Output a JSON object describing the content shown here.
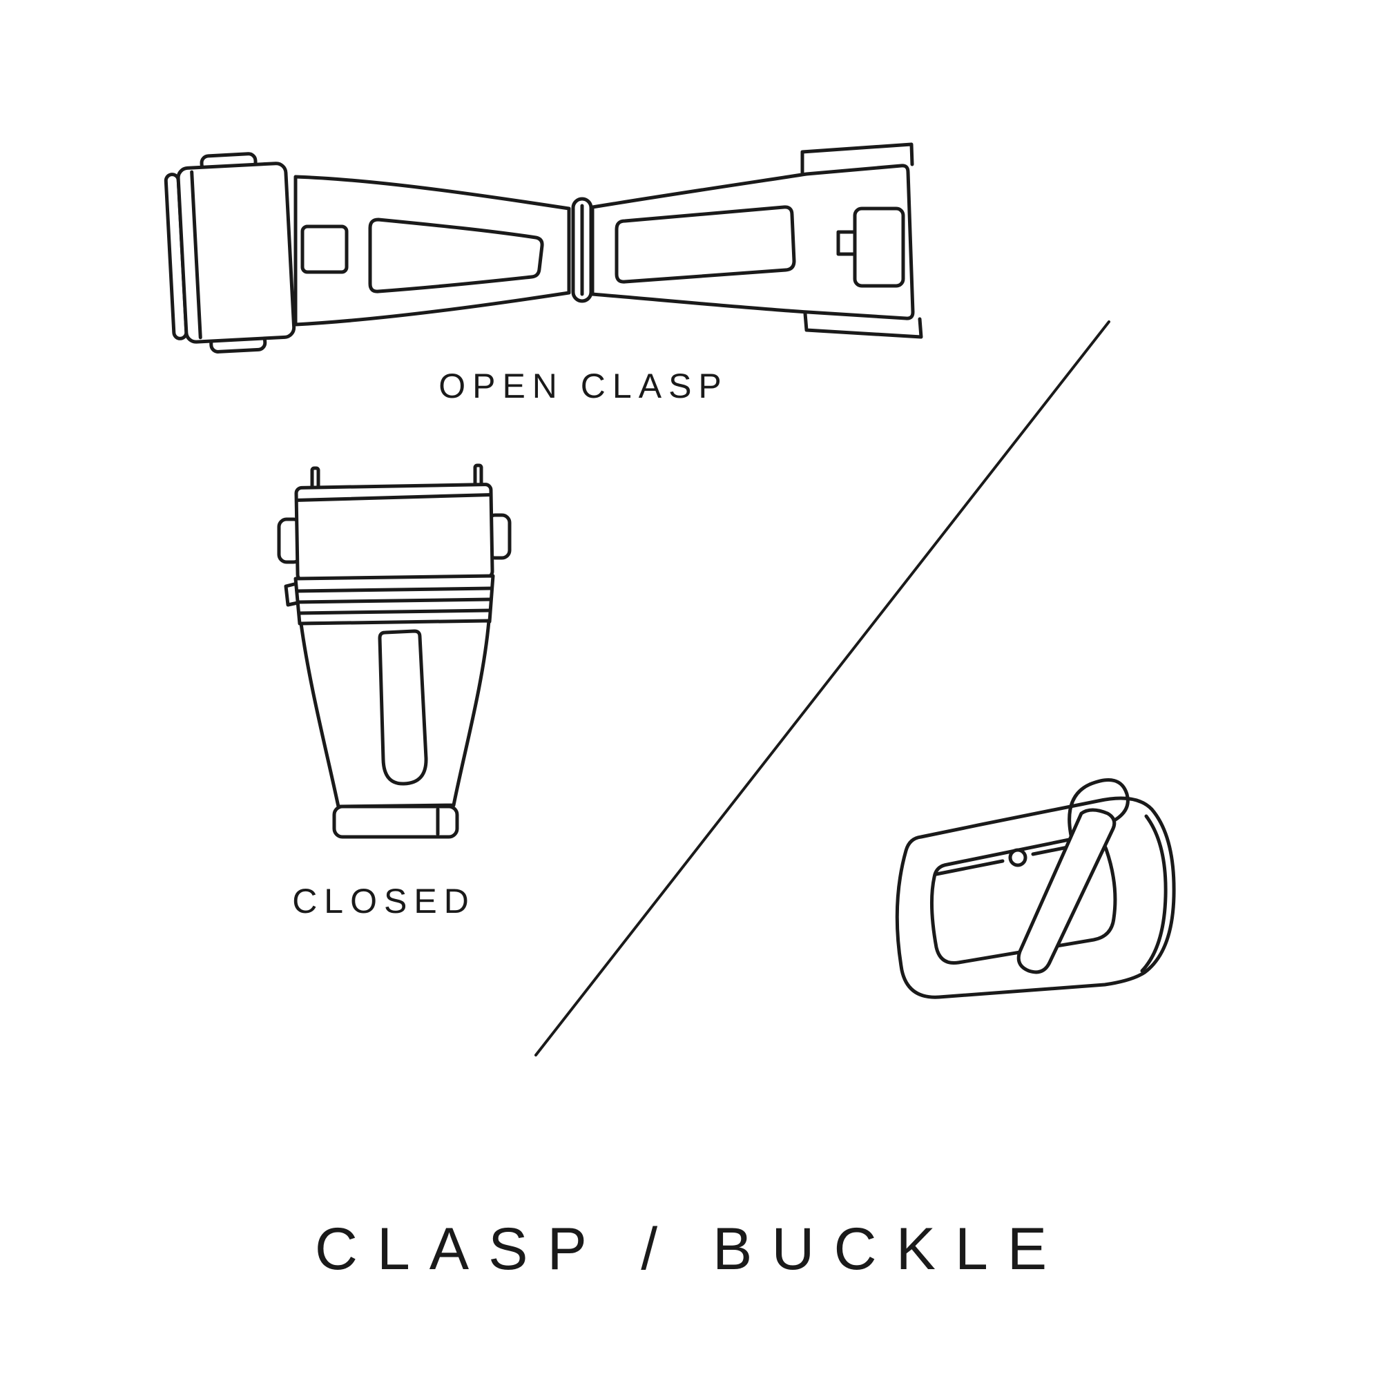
{
  "page": {
    "background_color": "#ffffff",
    "ink_color": "#1a1a1a"
  },
  "labels": {
    "open_clasp": "OPEN CLASP",
    "closed": "CLOSED",
    "title": "CLASP / BUCKLE"
  },
  "illustrations": [
    {
      "name": "open-clasp",
      "caption": "OPEN CLASP"
    },
    {
      "name": "closed-clasp",
      "caption": "CLOSED"
    },
    {
      "name": "tang-buckle",
      "caption": ""
    }
  ]
}
